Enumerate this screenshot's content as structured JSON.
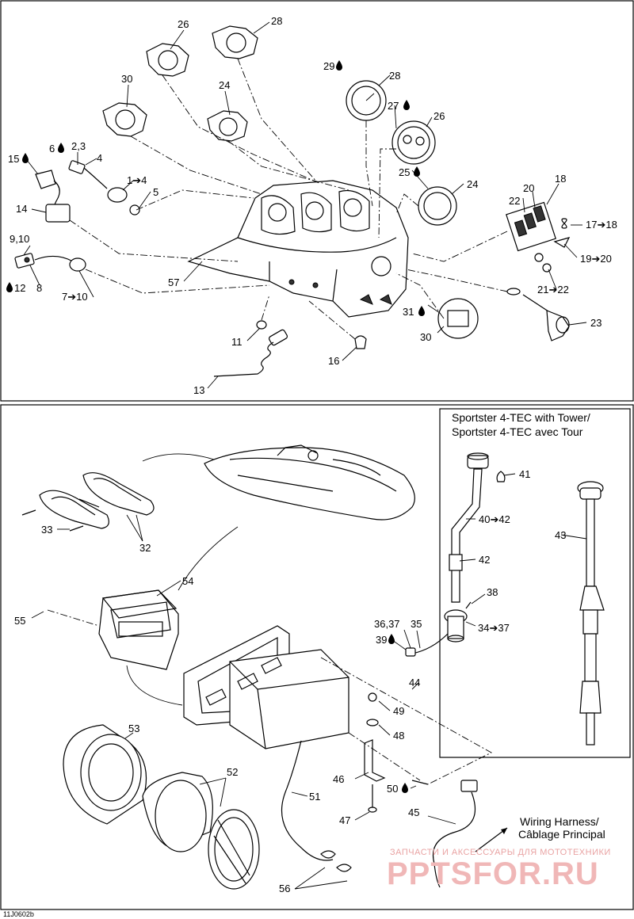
{
  "diagram_code": "11J0602b",
  "upper_labels": {
    "l26a": "26",
    "l28a": "28",
    "l30a": "30",
    "l24a": "24",
    "l29": "29",
    "l28b": "28",
    "l27": "27",
    "l26b": "26",
    "l25": "25",
    "l24b": "24",
    "l15": "15",
    "l6": "6",
    "l23a": "2,3",
    "l4": "4",
    "l14": "4",
    "l5": "5",
    "l14b": "14",
    "l910": "9,10",
    "l12": "12",
    "l8": "8",
    "l710": "7➔10",
    "l57": "57",
    "l22": "22",
    "l20": "20",
    "l18": "18",
    "l1718": "17➔18",
    "l1920": "19➔20",
    "l2122": "21➔22",
    "l23": "23",
    "l31": "31",
    "l30b": "30",
    "l11": "11",
    "l16": "16",
    "l13": "13"
  },
  "lower_labels": {
    "l33": "33",
    "l32": "32",
    "l54": "54",
    "l55": "55",
    "l41": "41",
    "l4042": "40➔42",
    "l42": "42",
    "l43": "43",
    "l38": "38",
    "l3637": "36,37",
    "l35": "35",
    "l39": "39",
    "l3437": "34➔37",
    "l44": "44",
    "l49": "49",
    "l48": "48",
    "l46": "46",
    "l50": "50",
    "l47": "47",
    "l45": "45",
    "l51": "51",
    "l52": "52",
    "l53": "53",
    "l56": "56"
  },
  "inset_title": [
    "Sportster 4-TEC with Tower/",
    "Sportster 4-TEC avec Tour"
  ],
  "harness_note": [
    "Wiring Harness/",
    "Câblage Principal"
  ],
  "watermark": {
    "line1": "ЗАПЧАСТИ И АКСЕССУАРЫ ДЛЯ МОТОТЕХНИКИ",
    "line2": "PPTSFOR.RU"
  }
}
